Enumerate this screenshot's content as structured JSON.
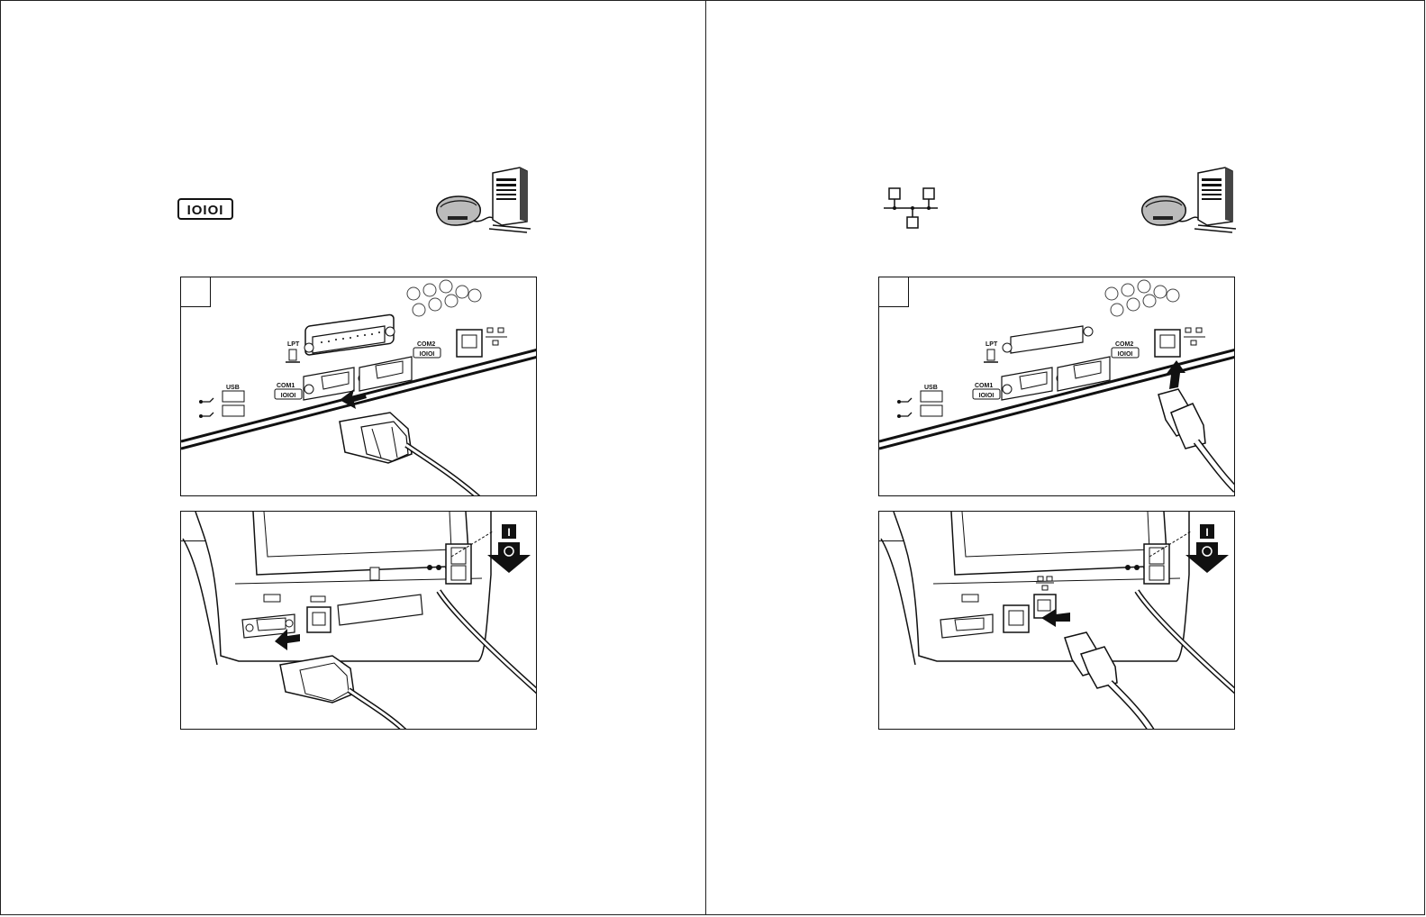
{
  "left_page": {
    "interface_icon": "serial-icon",
    "interface_icon_text": "IOIOI",
    "pc_ports": {
      "lpt_label": "LPT",
      "com1_label": "COM1",
      "com2_label": "COM2",
      "usb_label": "USB",
      "com_icon_text": "IOIOI"
    },
    "printer_power": {
      "on_label": "I"
    }
  },
  "right_page": {
    "interface_icon": "network-icon",
    "pc_ports": {
      "lpt_label": "LPT",
      "com1_label": "COM1",
      "com2_label": "COM2",
      "usb_label": "USB",
      "com_icon_text": "IOIOI"
    },
    "printer_power": {
      "on_label": "I"
    }
  },
  "colors": {
    "line": "#111111",
    "paper": "#ffffff",
    "shade": "#d8d8d8"
  }
}
